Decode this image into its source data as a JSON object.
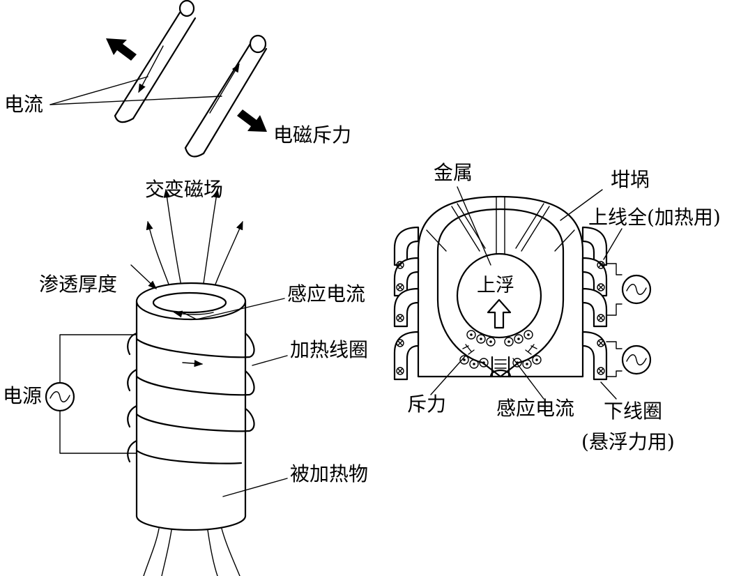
{
  "labels": {
    "current": "电流",
    "em_force": "电磁斥力",
    "alt_field": "交变磁场",
    "skin_depth": "渗透厚度",
    "induced_current_left": "感应电流",
    "heating_coil": "加热线圈",
    "power_source": "电源",
    "heated_object": "被加热物",
    "metal": "金属",
    "crucible": "坩埚",
    "upper_coil": "上线全(加热用)",
    "float_up": "上浮",
    "repulsion": "斥力",
    "induced_current_right": "感应电流",
    "lower_coil_line1": "下线圈",
    "lower_coil_line2": "(悬浮力用)"
  }
}
